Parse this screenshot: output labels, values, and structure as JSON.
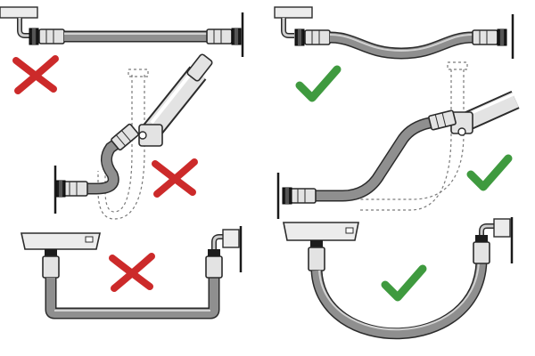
{
  "colors": {
    "wrong": "#cc2a2a",
    "right": "#3f9a3f",
    "hose_outline": "#2b2b2b",
    "hose_fill": "#8f8f8f",
    "hose_highlight": "#d2d2d2",
    "fitting_fill": "#e3e3e3",
    "fitting_dark": "#1c1c1c",
    "wall": "#1a1a1a",
    "block_fill": "#ececec",
    "dashed_pipe": "#7a7a7a"
  },
  "panels": [
    {
      "id": "straight-run",
      "verdict": "wrong",
      "icon": "cross-icon"
    },
    {
      "id": "slack-run",
      "verdict": "right",
      "icon": "check-icon"
    },
    {
      "id": "tight-swing-bend",
      "verdict": "wrong",
      "icon": "cross-icon"
    },
    {
      "id": "wide-swing-bend",
      "verdict": "right",
      "icon": "check-icon"
    },
    {
      "id": "sharp-u-loop",
      "verdict": "wrong",
      "icon": "cross-icon"
    },
    {
      "id": "smooth-u-loop",
      "verdict": "right",
      "icon": "check-icon"
    }
  ]
}
